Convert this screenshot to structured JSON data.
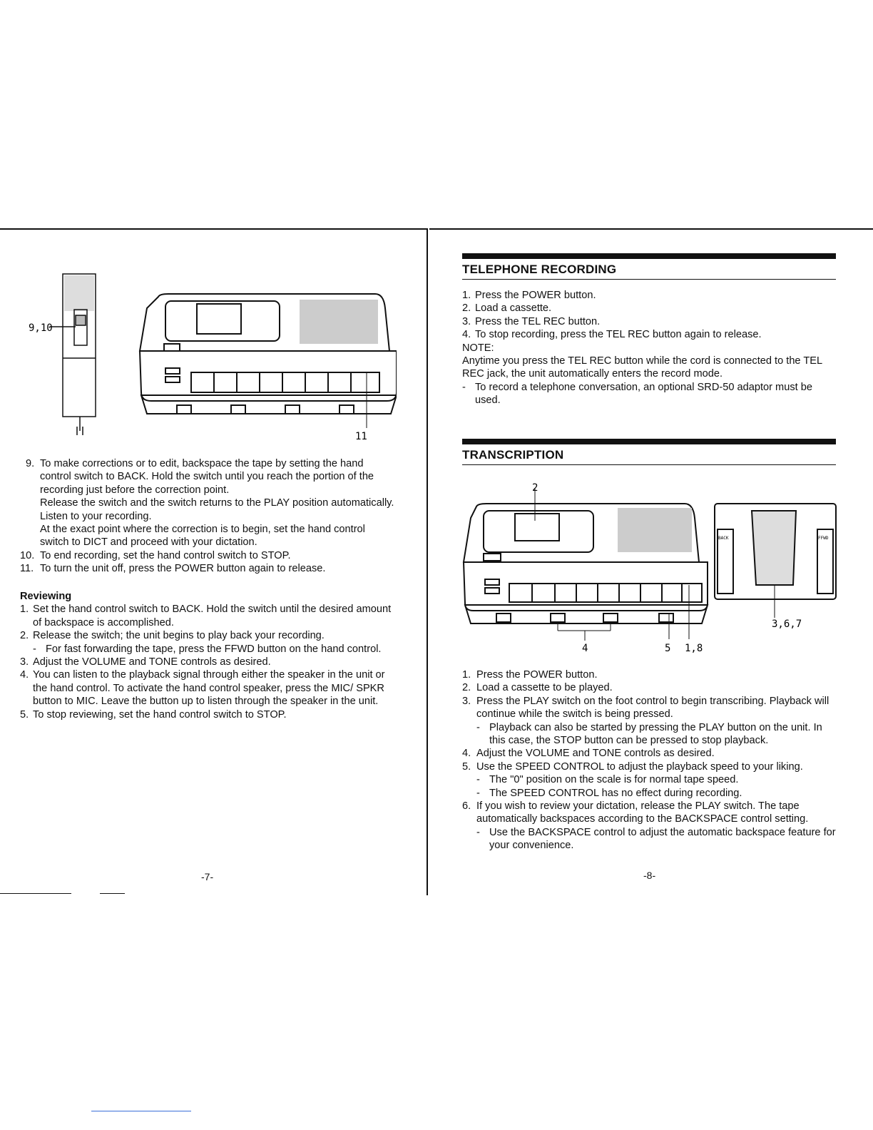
{
  "left": {
    "figure_labels": {
      "a": "9,10",
      "b": "11"
    },
    "items_a": [
      {
        "num": "9.",
        "lines": [
          "To make corrections or to edit, backspace the tape by setting the hand control switch to BACK. Hold the switch until you reach the portion of the recording just before the correction point.",
          "Release the switch and the switch returns to the PLAY position automatically. Listen to your recording.",
          "At the exact point where the correction is to begin, set the hand control switch to DICT and proceed with your dictation."
        ]
      },
      {
        "num": "10.",
        "lines": [
          "To end recording, set the hand control switch to STOP."
        ]
      },
      {
        "num": "11.",
        "lines": [
          "To turn the unit off, press the POWER button again to release."
        ]
      }
    ],
    "reviewing_heading": "Reviewing",
    "items_b": [
      {
        "num": "1.",
        "text": "Set the hand control switch to BACK. Hold the switch until the desired amount of backspace is accomplished."
      },
      {
        "num": "2.",
        "text": "Release the switch; the unit begins to play back your recording.",
        "sub": "For fast forwarding the tape, press the FFWD button on the hand control."
      },
      {
        "num": "3.",
        "text": "Adjust the VOLUME and TONE controls as desired."
      },
      {
        "num": "4.",
        "text": "You can listen to the playback signal through either the speaker in the unit or the hand control. To activate the hand control speaker, press the MIC/ SPKR button to MIC. Leave the button up to listen through the speaker in the unit."
      },
      {
        "num": "5.",
        "text": "To stop reviewing, set the hand control switch to STOP."
      }
    ],
    "page_number": "-7-"
  },
  "right": {
    "tel_heading": "TELEPHONE RECORDING",
    "tel_items": [
      {
        "num": "1.",
        "text": "Press the POWER button."
      },
      {
        "num": "2.",
        "text": "Load a cassette."
      },
      {
        "num": "3.",
        "text": "Press the TEL REC button."
      },
      {
        "num": "4.",
        "text": "To stop recording, press the TEL REC button again to release."
      }
    ],
    "note_label": "NOTE:",
    "note_text": "Anytime you press the TEL REC button while the cord is connected to the TEL REC jack, the unit automatically enters the record mode.",
    "note_sub": "To record a telephone conversation, an optional SRD-50 adaptor must be used.",
    "trans_heading": "TRANSCRIPTION",
    "figure_labels": {
      "top": "2",
      "foot": "3,6,7",
      "b4": "4",
      "b5": "5",
      "b18": "1,8",
      "back": "BACK",
      "ffwd": "FFWD"
    },
    "trans_items": [
      {
        "num": "1.",
        "text": "Press the POWER button."
      },
      {
        "num": "2.",
        "text": "Load a cassette to be played."
      },
      {
        "num": "3.",
        "text": "Press the PLAY switch on the foot control to begin transcribing. Playback will continue while the switch is being pressed.",
        "sub": [
          "Playback can also be started by pressing the PLAY button on the unit. In this case, the STOP button can be pressed to stop playback."
        ]
      },
      {
        "num": "4.",
        "text": "Adjust the VOLUME and TONE controls as desired."
      },
      {
        "num": "5.",
        "text": "Use the SPEED CONTROL to adjust the playback speed to your liking.",
        "sub": [
          "The \"0\" position on the scale is for normal tape speed.",
          "The SPEED CONTROL has no effect during recording."
        ]
      },
      {
        "num": "6.",
        "text": "If you wish to review your dictation, release the PLAY switch. The tape automatically backspaces according to the BACKSPACE control setting.",
        "sub": [
          "Use the BACKSPACE control to adjust the automatic backspace feature for your convenience."
        ]
      }
    ],
    "page_number": "-8-"
  }
}
